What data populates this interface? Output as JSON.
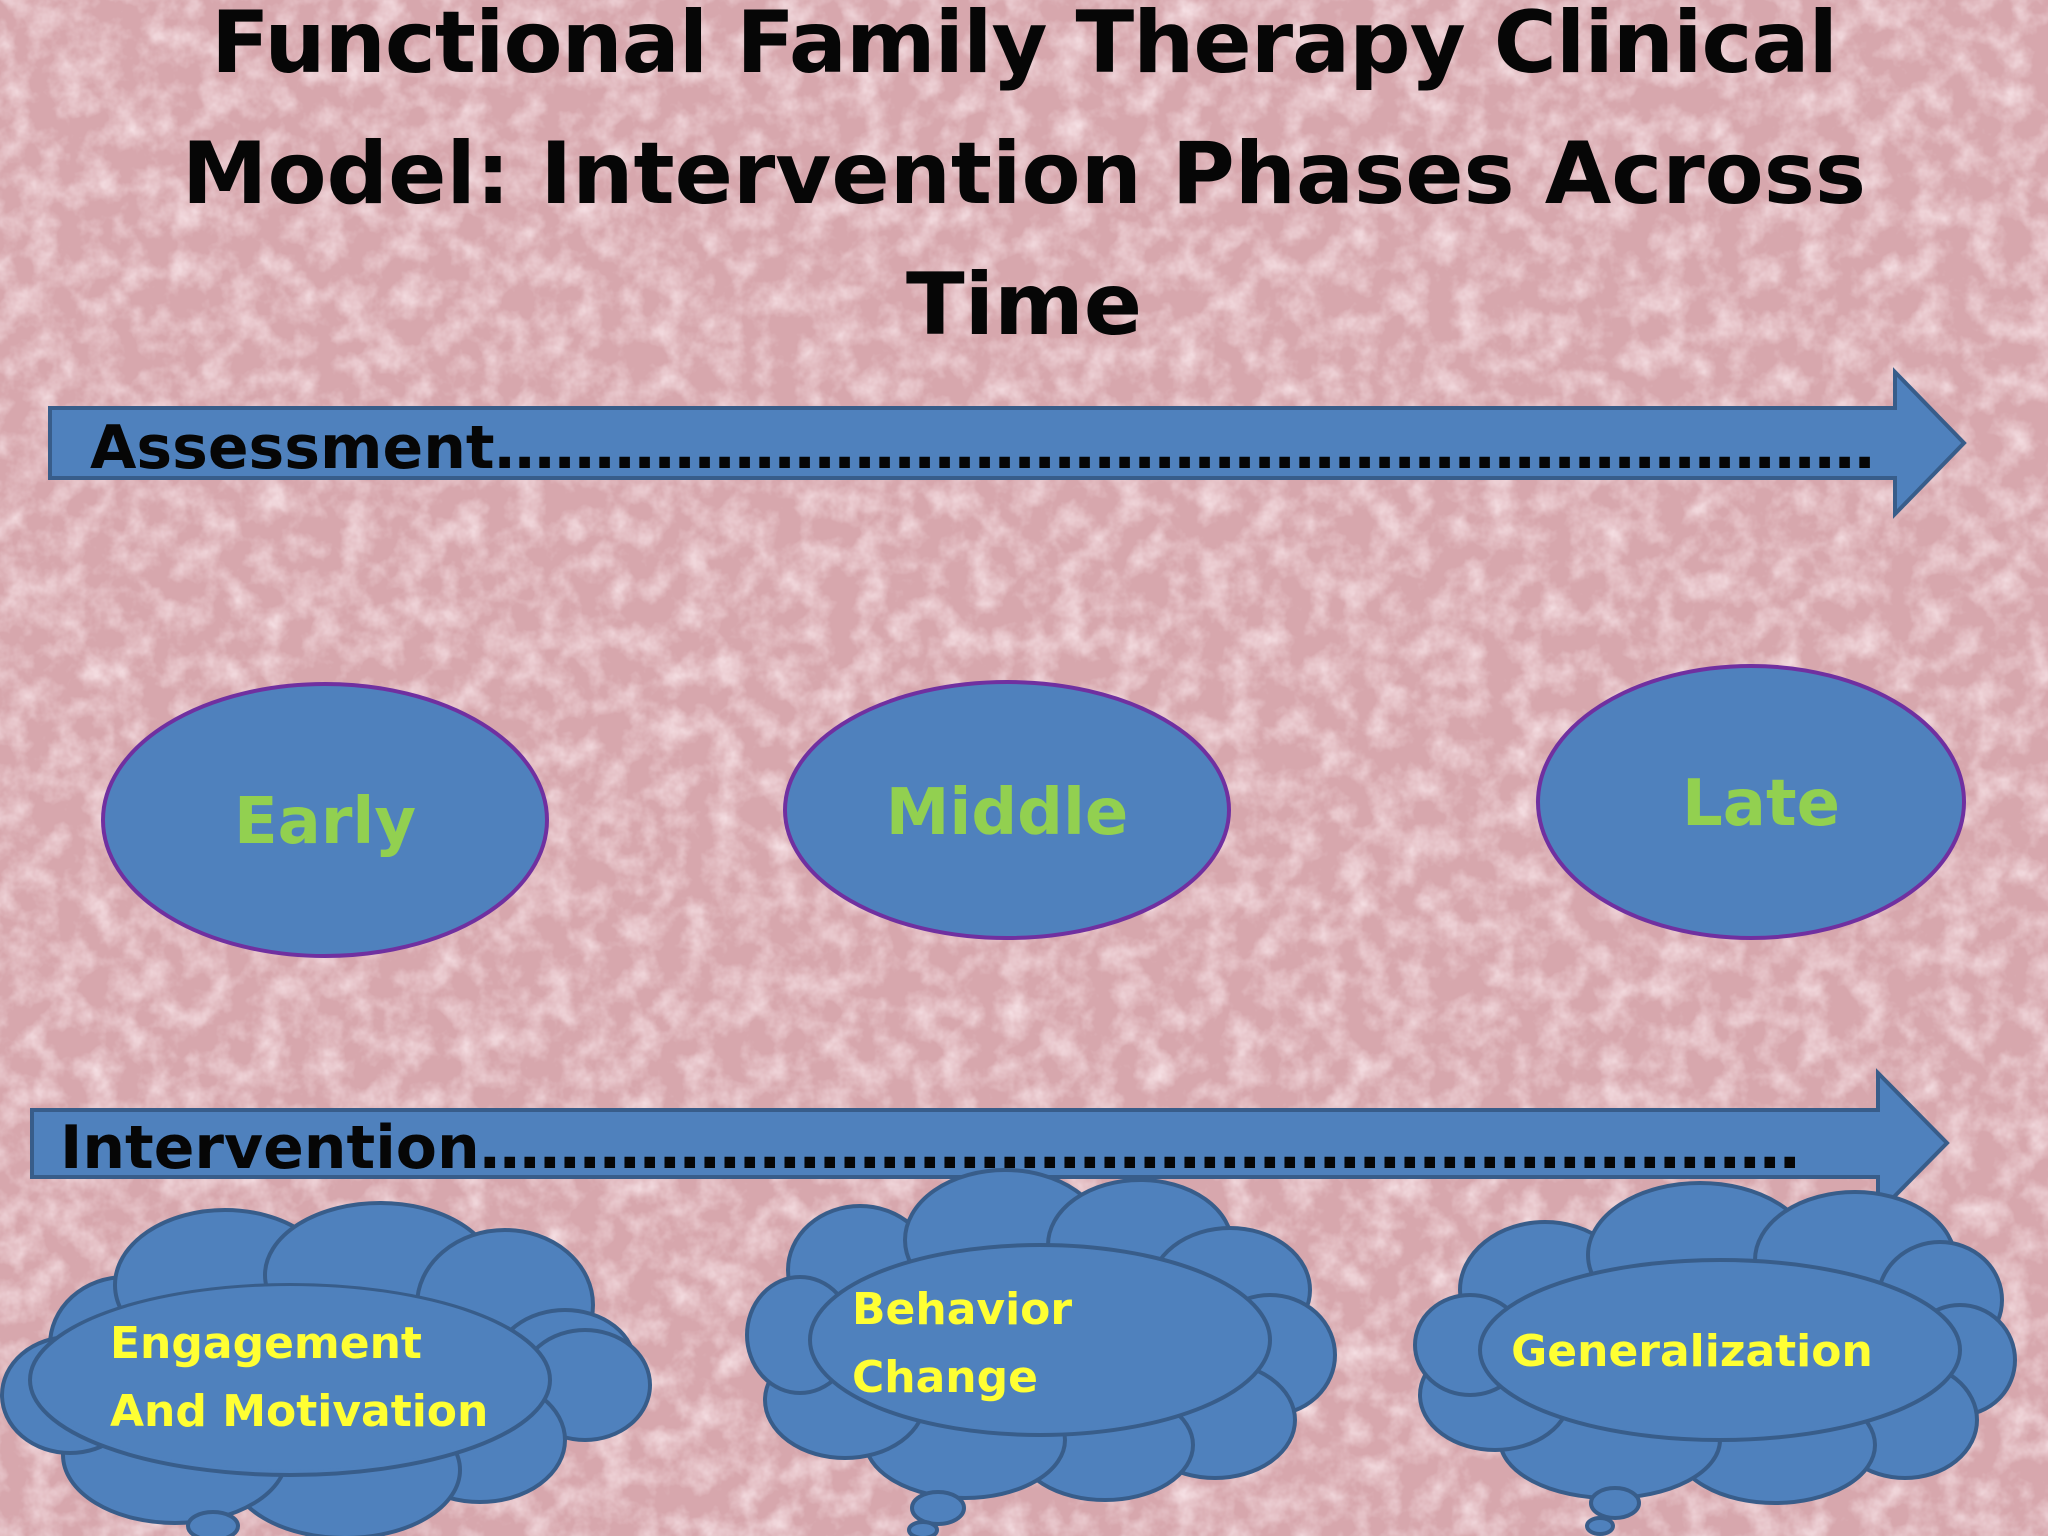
{
  "slide": {
    "title_lines": [
      "Functional Family Therapy Clinical",
      "Model: Intervention Phases Across",
      "Time"
    ]
  },
  "arrows": {
    "assessment": {
      "label": "Assessment……………………………………………………………"
    },
    "intervention": {
      "label": "Intervention…………………………………………………………"
    }
  },
  "phases": [
    {
      "label": "Early"
    },
    {
      "label": "Middle"
    },
    {
      "label": "Late"
    }
  ],
  "clouds": [
    {
      "lines": [
        "Engagement",
        "And Motivation"
      ]
    },
    {
      "lines": [
        "Behavior",
        "Change"
      ]
    },
    {
      "lines": [
        "Generalization"
      ]
    }
  ],
  "colors": {
    "background": "#d7a7ad",
    "shape_fill": "#4f81bd",
    "arrow_stroke": "#385d8a",
    "oval_outline": "#7030a0",
    "oval_text": "#92d050",
    "cloud_text": "#ffff33",
    "title_text": "#060606"
  }
}
